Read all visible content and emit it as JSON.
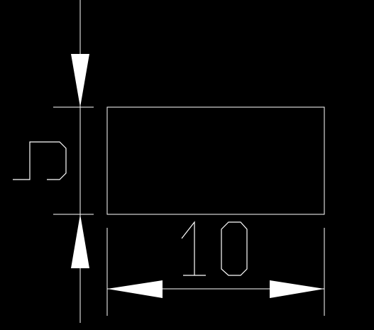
{
  "drawing": {
    "background_color": "#000000",
    "line_color": "#ffffff",
    "rectangle": {
      "width_value": "10",
      "height_value": "5"
    },
    "dimensions": {
      "horizontal": {
        "text": "10",
        "value": 10
      },
      "vertical": {
        "text": "5",
        "value": 5
      }
    }
  }
}
